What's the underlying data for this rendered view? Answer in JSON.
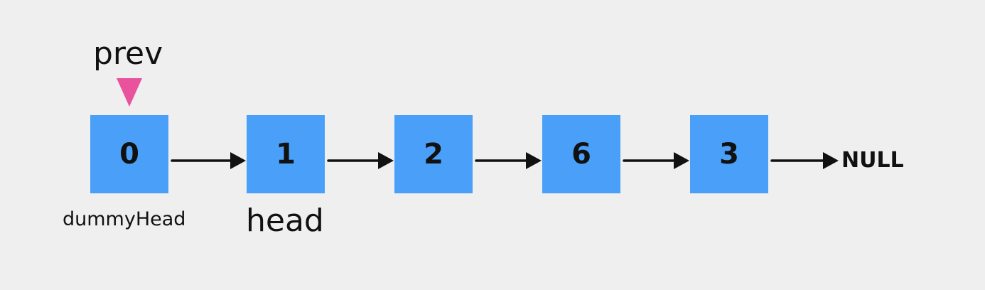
{
  "colors": {
    "background": "#efefef",
    "node_fill": "#4aa0f9",
    "pointer": "#e9529c",
    "text": "#111111"
  },
  "nodes": [
    {
      "value": "0"
    },
    {
      "value": "1"
    },
    {
      "value": "2"
    },
    {
      "value": "6"
    },
    {
      "value": "3"
    }
  ],
  "labels": {
    "prev": "prev",
    "dummy_head": "dummyHead",
    "head": "head",
    "null": "NULL"
  }
}
